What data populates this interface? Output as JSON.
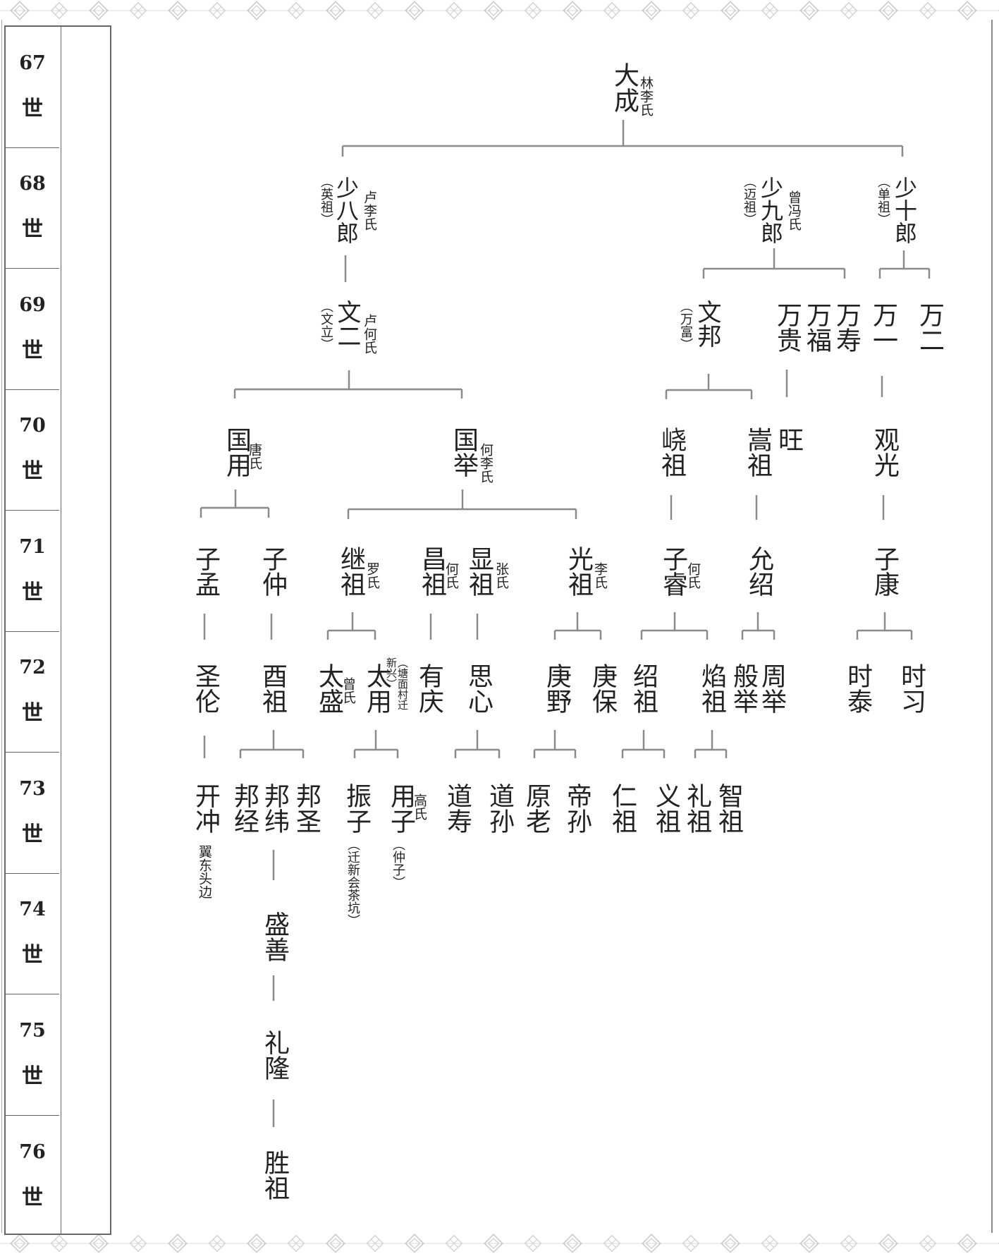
{
  "generations": [
    {
      "num": "67",
      "sfx": "世"
    },
    {
      "num": "68",
      "sfx": "世"
    },
    {
      "num": "69",
      "sfx": "世"
    },
    {
      "num": "70",
      "sfx": "世"
    },
    {
      "num": "71",
      "sfx": "世"
    },
    {
      "num": "72",
      "sfx": "世"
    },
    {
      "num": "73",
      "sfx": "世"
    },
    {
      "num": "74",
      "sfx": "世"
    },
    {
      "num": "75",
      "sfx": "世"
    },
    {
      "num": "76",
      "sfx": "世"
    }
  ],
  "persons": [
    {
      "id": "dacheng",
      "name": "大成",
      "spouse": "林李氏",
      "alias": ""
    },
    {
      "id": "shaobalang",
      "name": "少八郎",
      "spouse": "卢李氏",
      "alias": "（英祖）"
    },
    {
      "id": "shaojiulang",
      "name": "少九郎",
      "spouse": "曾冯氏",
      "alias": "（迈祖）"
    },
    {
      "id": "shaoshilang",
      "name": "少十郎",
      "spouse": "",
      "alias": "（单祖）"
    },
    {
      "id": "wener",
      "name": "文二",
      "spouse": "卢何氏",
      "alias": "（文立）"
    },
    {
      "id": "wenbang",
      "name": "文邦",
      "spouse": "",
      "alias": "（万富）"
    },
    {
      "id": "wangui",
      "name": "万贵",
      "spouse": "",
      "alias": ""
    },
    {
      "id": "wanfu",
      "name": "万福",
      "spouse": "",
      "alias": ""
    },
    {
      "id": "wanshou",
      "name": "万寿",
      "spouse": "",
      "alias": ""
    },
    {
      "id": "wanyi",
      "name": "万一",
      "spouse": "",
      "alias": ""
    },
    {
      "id": "waner",
      "name": "万二",
      "spouse": "",
      "alias": ""
    },
    {
      "id": "guoyong",
      "name": "国用",
      "spouse": "唐氏",
      "alias": ""
    },
    {
      "id": "guoju",
      "name": "国举",
      "spouse": "何李氏",
      "alias": ""
    },
    {
      "id": "xiaozu",
      "name": "峣祖",
      "spouse": "",
      "alias": ""
    },
    {
      "id": "songzu",
      "name": "嵩祖",
      "spouse": "",
      "alias": ""
    },
    {
      "id": "wang",
      "name": "旺",
      "spouse": "",
      "alias": ""
    },
    {
      "id": "guanguang",
      "name": "观光",
      "spouse": "",
      "alias": ""
    },
    {
      "id": "zimeng",
      "name": "子孟",
      "spouse": "",
      "alias": ""
    },
    {
      "id": "zizhong",
      "name": "子仲",
      "spouse": "",
      "alias": ""
    },
    {
      "id": "jizu",
      "name": "继祖",
      "spouse": "罗氏",
      "alias": ""
    },
    {
      "id": "changzu",
      "name": "昌祖",
      "spouse": "何氏",
      "alias": ""
    },
    {
      "id": "xianzu",
      "name": "显祖",
      "spouse": "张氏",
      "alias": ""
    },
    {
      "id": "guangzu",
      "name": "光祖",
      "spouse": "李氏",
      "alias": ""
    },
    {
      "id": "zirui",
      "name": "子睿",
      "spouse": "何氏",
      "alias": ""
    },
    {
      "id": "yunshao",
      "name": "允绍",
      "spouse": "",
      "alias": ""
    },
    {
      "id": "zikang",
      "name": "子康",
      "spouse": "",
      "alias": ""
    },
    {
      "id": "shenglun",
      "name": "圣伦",
      "spouse": "",
      "alias": ""
    },
    {
      "id": "youzu",
      "name": "酉祖",
      "spouse": "",
      "alias": ""
    },
    {
      "id": "taisheng",
      "name": "太盛",
      "spouse": "曾氏",
      "alias": ""
    },
    {
      "id": "taiyong",
      "name": "太用",
      "spouse": "",
      "alias": "（塘面村迁新兴）"
    },
    {
      "id": "youqing",
      "name": "有庆",
      "spouse": "",
      "alias": ""
    },
    {
      "id": "sixin",
      "name": "思心",
      "spouse": "",
      "alias": ""
    },
    {
      "id": "gengye",
      "name": "庚野",
      "spouse": "",
      "alias": ""
    },
    {
      "id": "gengbao",
      "name": "庚保",
      "spouse": "",
      "alias": ""
    },
    {
      "id": "shaozu",
      "name": "绍祖",
      "spouse": "",
      "alias": ""
    },
    {
      "id": "yanzu",
      "name": "焰祖",
      "spouse": "",
      "alias": ""
    },
    {
      "id": "banju",
      "name": "般举",
      "spouse": "",
      "alias": ""
    },
    {
      "id": "zhouju",
      "name": "周举",
      "spouse": "",
      "alias": ""
    },
    {
      "id": "shitai",
      "name": "时泰",
      "spouse": "",
      "alias": ""
    },
    {
      "id": "shixi",
      "name": "时习",
      "spouse": "",
      "alias": ""
    },
    {
      "id": "kaichong",
      "name": "开冲",
      "spouse": "",
      "alias": "翼东头边"
    },
    {
      "id": "bangjing",
      "name": "邦经",
      "spouse": "",
      "alias": ""
    },
    {
      "id": "bangwei",
      "name": "邦纬",
      "spouse": "",
      "alias": ""
    },
    {
      "id": "bangsheng",
      "name": "邦圣",
      "spouse": "",
      "alias": ""
    },
    {
      "id": "zhenzi",
      "name": "振子",
      "spouse": "",
      "alias": "（迁新会茶坑）"
    },
    {
      "id": "yongzi",
      "name": "用子",
      "spouse": "高氏",
      "alias": "（仲子）"
    },
    {
      "id": "daoshou",
      "name": "道寿",
      "spouse": "",
      "alias": ""
    },
    {
      "id": "daosun",
      "name": "道孙",
      "spouse": "",
      "alias": ""
    },
    {
      "id": "yuanlao",
      "name": "原老",
      "spouse": "",
      "alias": ""
    },
    {
      "id": "disun",
      "name": "帝孙",
      "spouse": "",
      "alias": ""
    },
    {
      "id": "renzu",
      "name": "仁祖",
      "spouse": "",
      "alias": ""
    },
    {
      "id": "yizu",
      "name": "义祖",
      "spouse": "",
      "alias": ""
    },
    {
      "id": "lizu",
      "name": "礼祖",
      "spouse": "",
      "alias": ""
    },
    {
      "id": "zhizu",
      "name": "智祖",
      "spouse": "",
      "alias": ""
    },
    {
      "id": "shengshan",
      "name": "盛善",
      "spouse": "",
      "alias": ""
    },
    {
      "id": "lilong",
      "name": "礼隆",
      "spouse": "",
      "alias": ""
    },
    {
      "id": "shengzu",
      "name": "胜祖",
      "spouse": "",
      "alias": ""
    }
  ]
}
